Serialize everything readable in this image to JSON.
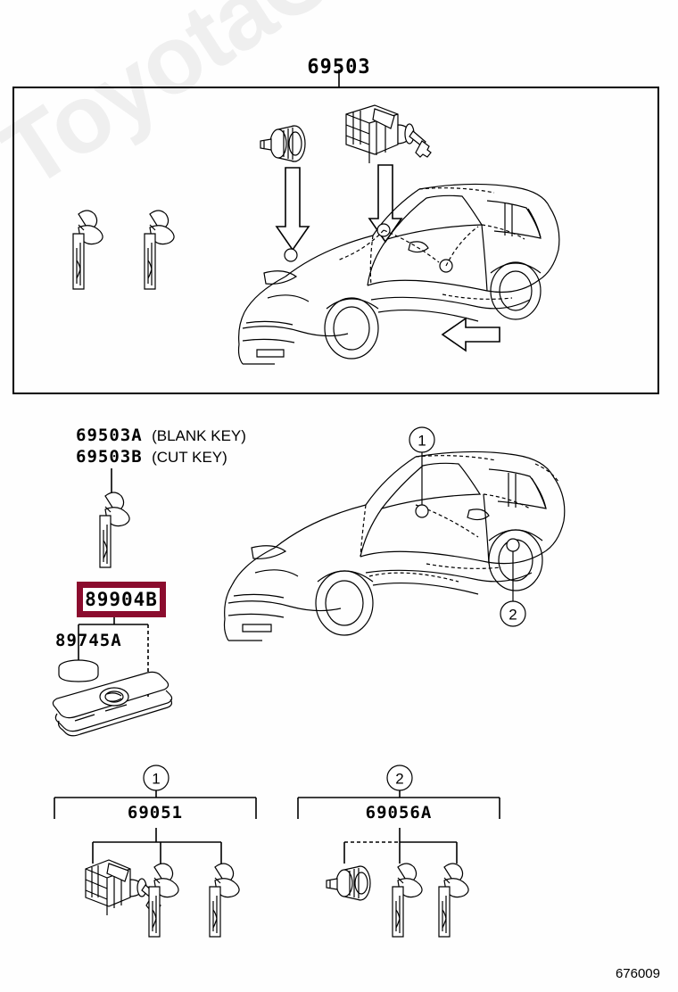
{
  "document": {
    "footer_code": "676009",
    "watermark_text": "ToyotaCarMiro.ru",
    "accent_color": "#8B0C2E",
    "line_color": "#000000",
    "background_color": "#FEFEFE"
  },
  "top_section": {
    "title_part_number": "69503",
    "frame_label": "lock-cylinder-set-overview",
    "components": [
      {
        "name": "door-lock-cylinder",
        "label": ""
      },
      {
        "name": "ignition-lock-cylinder",
        "label": ""
      },
      {
        "name": "key-blank-left",
        "label": ""
      },
      {
        "name": "key-blank-right",
        "label": ""
      }
    ],
    "arrows": [
      {
        "name": "arrow-to-door-lock",
        "direction": "down"
      },
      {
        "name": "arrow-to-ignition",
        "direction": "down"
      },
      {
        "name": "arrow-to-door-panel",
        "direction": "up-left"
      }
    ]
  },
  "middle_section": {
    "key_labels": [
      {
        "part_number": "69503A",
        "note": "(BLANK KEY)"
      },
      {
        "part_number": "69503B",
        "note": "(CUT KEY)"
      }
    ],
    "transmitter": {
      "highlighted_part_number": "89904B",
      "highlighted": true,
      "battery_part_number": "89745A"
    },
    "vehicle_callouts": [
      {
        "id": "1",
        "location": "ignition-switch"
      },
      {
        "id": "2",
        "location": "front-door-lock"
      }
    ]
  },
  "bottom_section": {
    "groups": [
      {
        "callout_id": "1",
        "part_number": "69051",
        "items": [
          {
            "name": "ignition-lock-cylinder-assembly"
          },
          {
            "name": "key-1"
          },
          {
            "name": "key-2"
          }
        ]
      },
      {
        "callout_id": "2",
        "part_number": "69056A",
        "items": [
          {
            "name": "door-lock-cylinder-assembly"
          },
          {
            "name": "key-1"
          },
          {
            "name": "key-2"
          }
        ]
      }
    ]
  }
}
